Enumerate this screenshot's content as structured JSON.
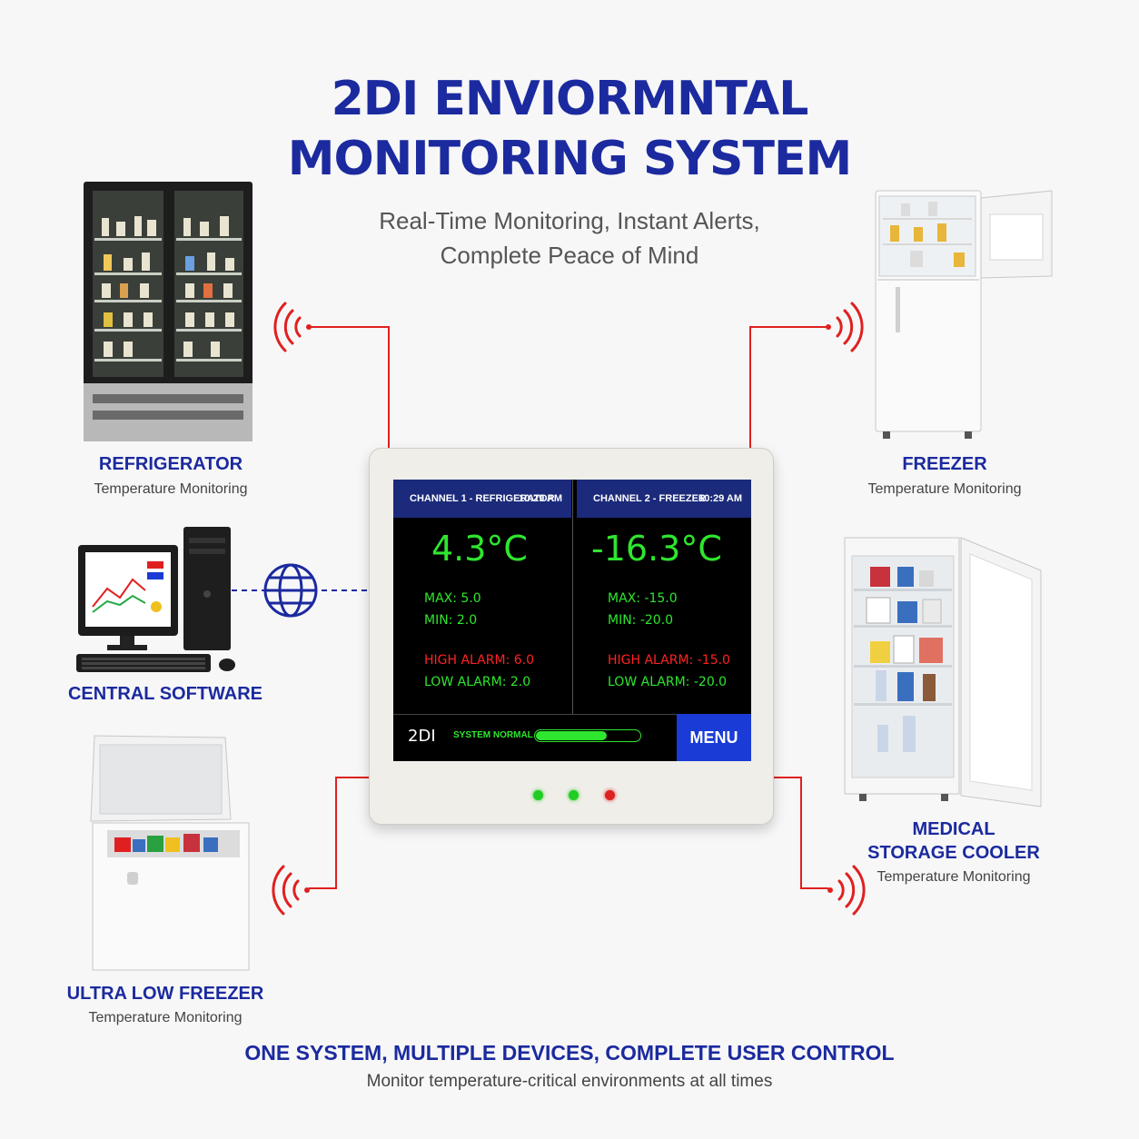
{
  "header": {
    "title_line1": "2DI ENVIORMNTAL",
    "title_line2": "MONITORING SYSTEM",
    "subtitle_line1": "Real-Time Monitoring, Instant Alerts,",
    "subtitle_line2": "Complete Peace of Mind"
  },
  "devices": {
    "refrigerator": {
      "name": "REFRIGERATOR",
      "sub": "Temperature Monitoring"
    },
    "freezer": {
      "name": "FREEZER",
      "sub": "Temperature Monitoring"
    },
    "central": {
      "name": "CENTRAL SOFTWARE"
    },
    "medical": {
      "name_line1": "MEDICAL",
      "name_line2": "STORAGE COOLER",
      "sub": "Temperature Monitoring"
    },
    "ultra": {
      "name": "ULTRA LOW FREEZER",
      "sub": "Temperature Monitoring"
    }
  },
  "monitor": {
    "channel1": {
      "title": "CHANNEL 1 - REFRIGERATOR",
      "time": "10:29 AM",
      "temp": "4.3°C",
      "max": "MAX:  5.0",
      "min": "MIN:   2.0",
      "high_alarm": "HIGH ALARM: 6.0",
      "low_alarm": "LOW ALARM:  2.0"
    },
    "channel2": {
      "title": "CHANNEL 2 - FREEZER",
      "time": "10:29 AM",
      "temp": "-16.3°C",
      "max": "MAX: -15.0",
      "min": "MIN:  -20.0",
      "high_alarm": "HIGH ALARM: -15.0",
      "low_alarm": "LOW ALARM: -20.0"
    },
    "brand": "2DI",
    "status": "SYSTEM NORMAL",
    "status_level": 0.68,
    "menu_label": "MENU",
    "leds": [
      "#22cc22",
      "#22cc22",
      "#dd2222"
    ]
  },
  "footer": {
    "headline": "ONE SYSTEM, MULTIPLE DEVICES, COMPLETE USER CONTROL",
    "tagline": "Monitor temperature-critical environments at all times"
  },
  "colors": {
    "brand_blue": "#1b2a9e",
    "alert_red": "#e02020",
    "screen_green": "#2ee62e",
    "menu_blue": "#1a3bd6"
  }
}
